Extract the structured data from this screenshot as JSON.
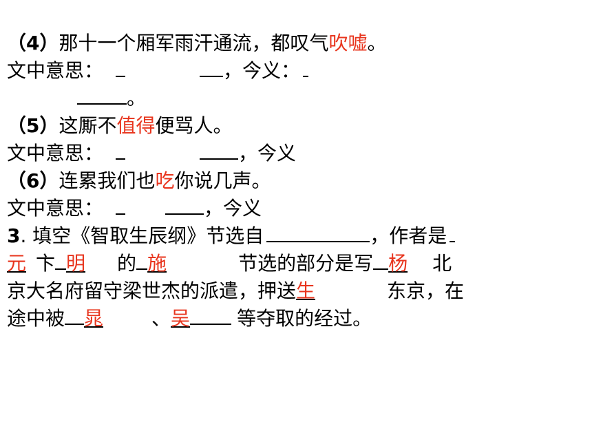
{
  "items": {
    "q4": {
      "num": "（4）",
      "pre": "那十一个厢军雨汗通流，都叹气",
      "word": "吹嘘",
      "post": "。"
    },
    "q4_meaning": {
      "label": "文中意思：",
      "mid": "，今义：",
      "end": "。"
    },
    "q5": {
      "num": "（5）",
      "pre": "这厮不",
      "word": "值得",
      "post": "便骂人。"
    },
    "q5_meaning": {
      "label": "文中意思：",
      "mid": "，今义"
    },
    "q6": {
      "num": "（6）",
      "pre": "连累我们也",
      "word": "吃",
      "post": "你说几声。"
    },
    "q6_meaning": {
      "label": "文中意思：",
      "mid": "，今义"
    }
  },
  "fill": {
    "number": "3",
    "intro": ".  填空《智取生辰纲》节选自",
    "author_prefix": "，作者是",
    "a1": "元",
    "a2": "卞",
    "a3": "明",
    "a4": "的",
    "a5": "施",
    "a6": "节选的部分是写",
    "a7": "杨",
    "a8": "北",
    "line2_text": "京大名府留守梁世杰的派遣，押送",
    "a9": "生",
    "a10": "东京，在",
    "line3_pre": "途中被",
    "a11": "晁",
    "sep": "、",
    "a12": "吴",
    "line3_post": "等夺取的经过。"
  }
}
